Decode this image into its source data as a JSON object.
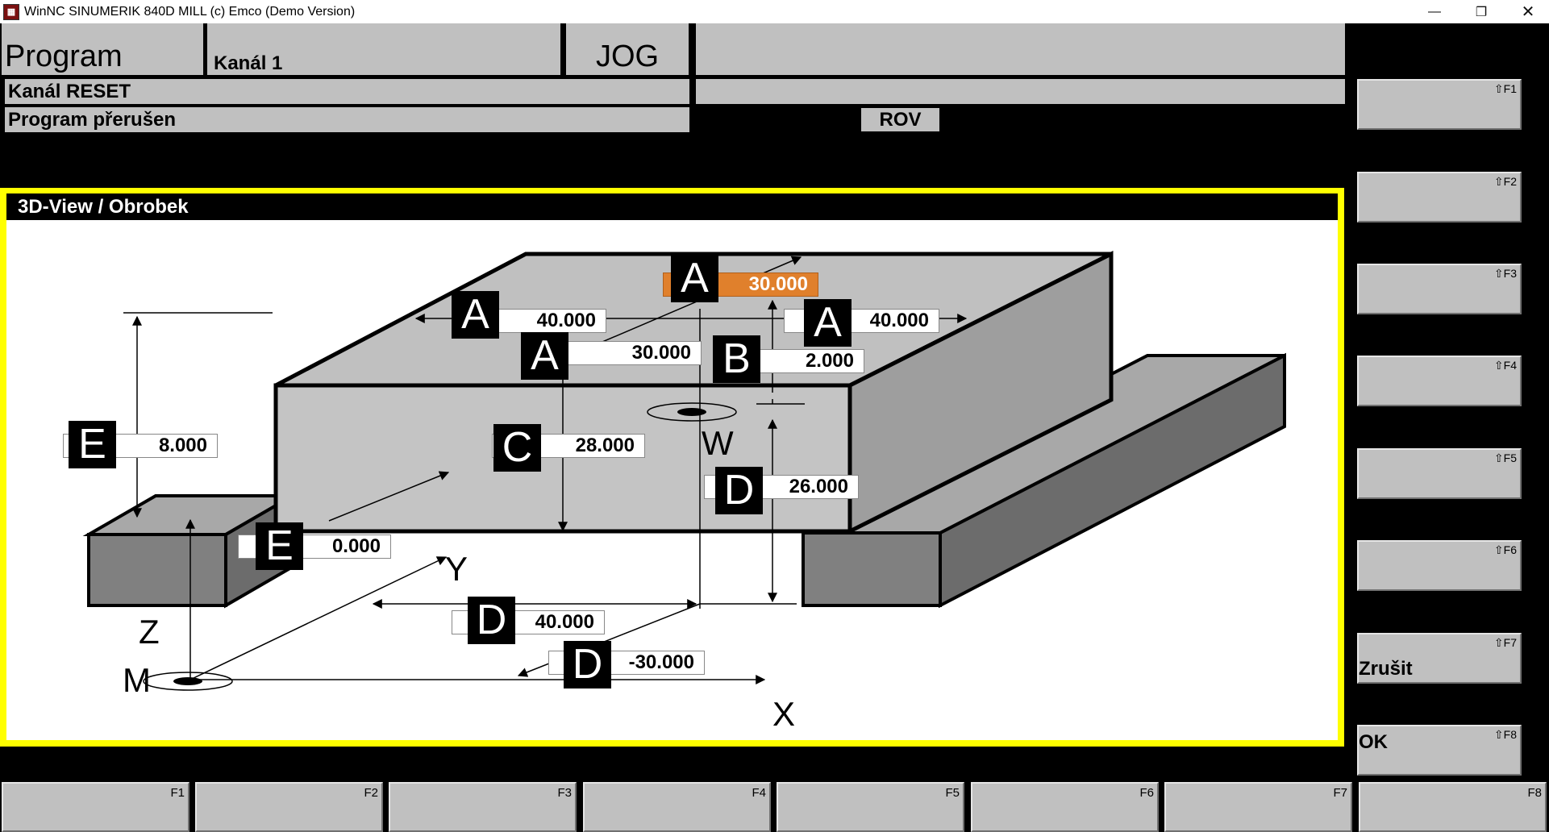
{
  "window": {
    "title": "WinNC SINUMERIK 840D MILL (c) Emco (Demo Version)"
  },
  "header": {
    "area": "Program",
    "channel": "Kanál 1",
    "mode": "JOG",
    "channel_status": "Kanál RESET",
    "program_status": "Program přerušen",
    "rov": "ROV"
  },
  "view": {
    "title": "3D-View / Obrobek"
  },
  "fields": {
    "a_top": {
      "letter": "A",
      "value": "30.000"
    },
    "a_left": {
      "letter": "A",
      "value": "40.000"
    },
    "a_right": {
      "letter": "A",
      "value": "40.000"
    },
    "a_mid": {
      "letter": "A",
      "value": "30.000"
    },
    "b": {
      "letter": "B",
      "value": "2.000"
    },
    "c": {
      "letter": "C",
      "value": "28.000"
    },
    "e_height": {
      "letter": "E",
      "value": "8.000"
    },
    "e_offset": {
      "letter": "E",
      "value": "0.000"
    },
    "d_height": {
      "letter": "D",
      "value": "26.000"
    },
    "d_x": {
      "letter": "D",
      "value": "40.000"
    },
    "d_y": {
      "letter": "D",
      "value": "-30.000"
    }
  },
  "axes": {
    "x": "X",
    "y": "Y",
    "z": "Z",
    "m": "M",
    "w": "W"
  },
  "softkeys_right": [
    {
      "fkey": "⇧F1",
      "label": ""
    },
    {
      "fkey": "⇧F2",
      "label": ""
    },
    {
      "fkey": "⇧F3",
      "label": ""
    },
    {
      "fkey": "⇧F4",
      "label": ""
    },
    {
      "fkey": "⇧F5",
      "label": ""
    },
    {
      "fkey": "⇧F6",
      "label": ""
    },
    {
      "fkey": "⇧F7",
      "label": "Zrušit"
    },
    {
      "fkey": "⇧F8",
      "label": "OK"
    }
  ],
  "softkeys_bottom": [
    {
      "fkey": "F1"
    },
    {
      "fkey": "F2"
    },
    {
      "fkey": "F3"
    },
    {
      "fkey": "F4"
    },
    {
      "fkey": "F5"
    },
    {
      "fkey": "F6"
    },
    {
      "fkey": "F7"
    },
    {
      "fkey": "F8"
    }
  ],
  "colors": {
    "frame": "#ffff00",
    "active_field": "#e0802c",
    "panel": "#c0c0c0"
  }
}
